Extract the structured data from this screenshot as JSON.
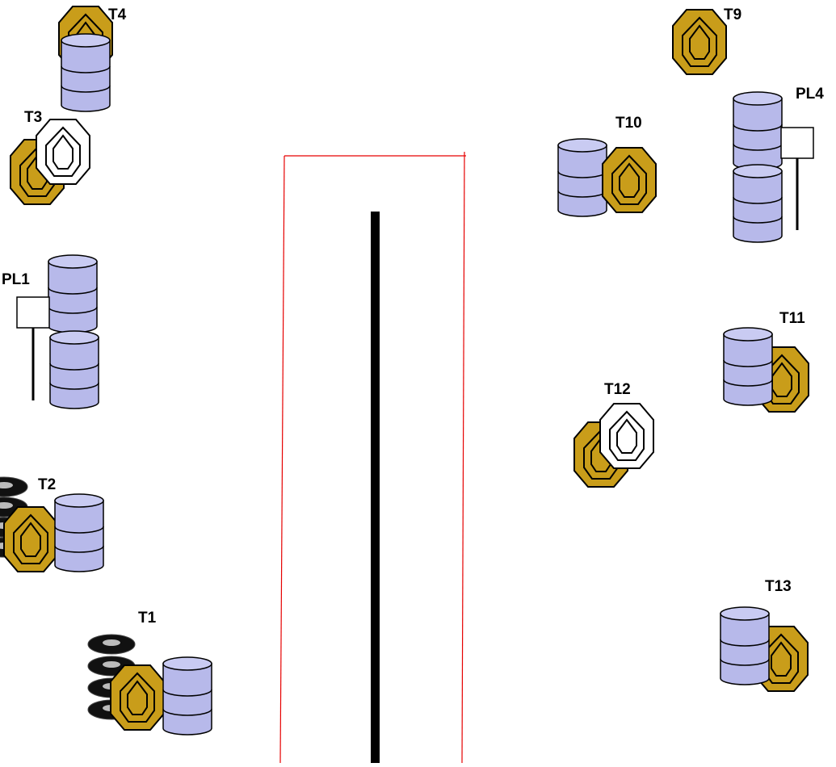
{
  "colors": {
    "barrel_fill": "#b7b9ea",
    "barrel_top": "#c9cbf2",
    "target_gold": "#c99d1a",
    "target_white": "#ffffff",
    "tire_black": "#111111",
    "lane_red": "#e60000",
    "center_line": "#000000"
  },
  "labels": {
    "t1": "T1",
    "t2": "T2",
    "t3": "T3",
    "t4": "T4",
    "t9": "T9",
    "t10": "T10",
    "t11": "T11",
    "t12": "T12",
    "t13": "T13",
    "pl1": "PL1",
    "pl4": "PL4"
  }
}
